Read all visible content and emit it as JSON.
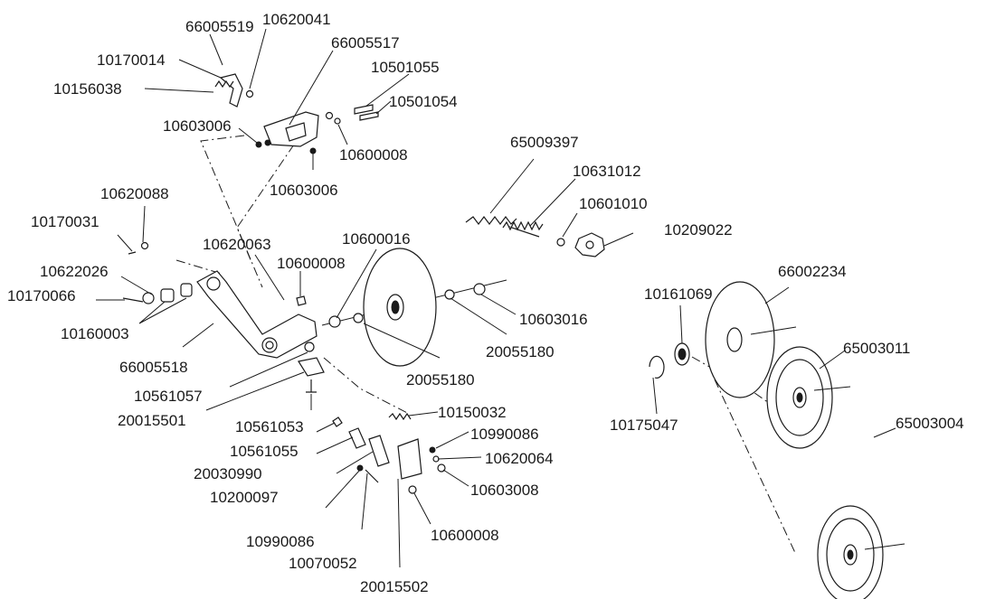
{
  "diagram": {
    "part_labels": [
      "66005519",
      "10620041",
      "66005517",
      "10170014",
      "10156038",
      "10501055",
      "10501054",
      "10603006",
      "10600008",
      "10603006",
      "65009397",
      "10631012",
      "10601010",
      "10209022",
      "10620088",
      "10170031",
      "10620063",
      "10600016",
      "10600008",
      "10622026",
      "10170066",
      "10160003",
      "66005518",
      "10603016",
      "20055180",
      "20055180",
      "10561057",
      "20015501",
      "10561053",
      "10150032",
      "10990086",
      "10620064",
      "10603008",
      "10561055",
      "20030990",
      "10200097",
      "10990086",
      "10070052",
      "20015502",
      "10600008",
      "10161069",
      "66002234",
      "65003011",
      "65003004",
      "10175047"
    ]
  }
}
